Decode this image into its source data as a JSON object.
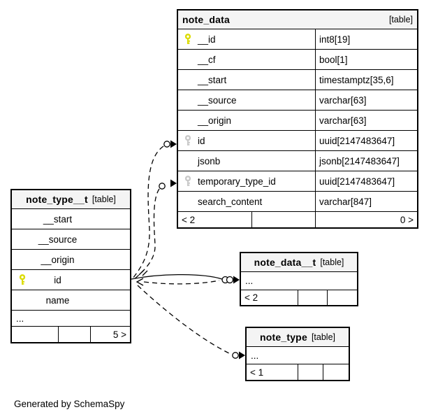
{
  "credit": "Generated by SchemaSpy",
  "colors": {
    "header_bg": "#f4f4f4",
    "border": "#000000",
    "primary_key": "#dcdc00",
    "foreign_key": "#c9c9c9"
  },
  "icons": {
    "primary_key": "yellow-key-icon",
    "foreign_key": "gray-key-icon",
    "many_end": "circle-arrow-connector"
  },
  "tables": {
    "note_data": {
      "name": "note_data",
      "tag": "[table]",
      "columns": [
        {
          "name": "__id",
          "type": "int8[19]",
          "key": "primary"
        },
        {
          "name": "__cf",
          "type": "bool[1]",
          "key": ""
        },
        {
          "name": "__start",
          "type": "timestamptz[35,6]",
          "key": ""
        },
        {
          "name": "__source",
          "type": "varchar[63]",
          "key": ""
        },
        {
          "name": "__origin",
          "type": "varchar[63]",
          "key": ""
        },
        {
          "name": "id",
          "type": "uuid[2147483647]",
          "key": "foreign"
        },
        {
          "name": "jsonb",
          "type": "jsonb[2147483647]",
          "key": ""
        },
        {
          "name": "temporary_type_id",
          "type": "uuid[2147483647]",
          "key": "foreign"
        },
        {
          "name": "search_content",
          "type": "varchar[847]",
          "key": ""
        }
      ],
      "footer": [
        "< 2",
        "",
        "0 >"
      ]
    },
    "note_type__t": {
      "name": "note_type__t",
      "tag": "[table]",
      "columns": [
        {
          "name": "__start",
          "key": ""
        },
        {
          "name": "__source",
          "key": ""
        },
        {
          "name": "__origin",
          "key": ""
        },
        {
          "name": "id",
          "key": "primary"
        },
        {
          "name": "name",
          "key": ""
        }
      ],
      "ellipsis": "...",
      "footer": [
        "",
        "",
        "5 >"
      ]
    },
    "note_data__t": {
      "name": "note_data__t",
      "tag": "[table]",
      "ellipsis": "...",
      "footer": [
        "< 2",
        "",
        ""
      ]
    },
    "note_type": {
      "name": "note_type",
      "tag": "[table]",
      "ellipsis": "...",
      "footer": [
        "< 1",
        "",
        ""
      ]
    }
  }
}
